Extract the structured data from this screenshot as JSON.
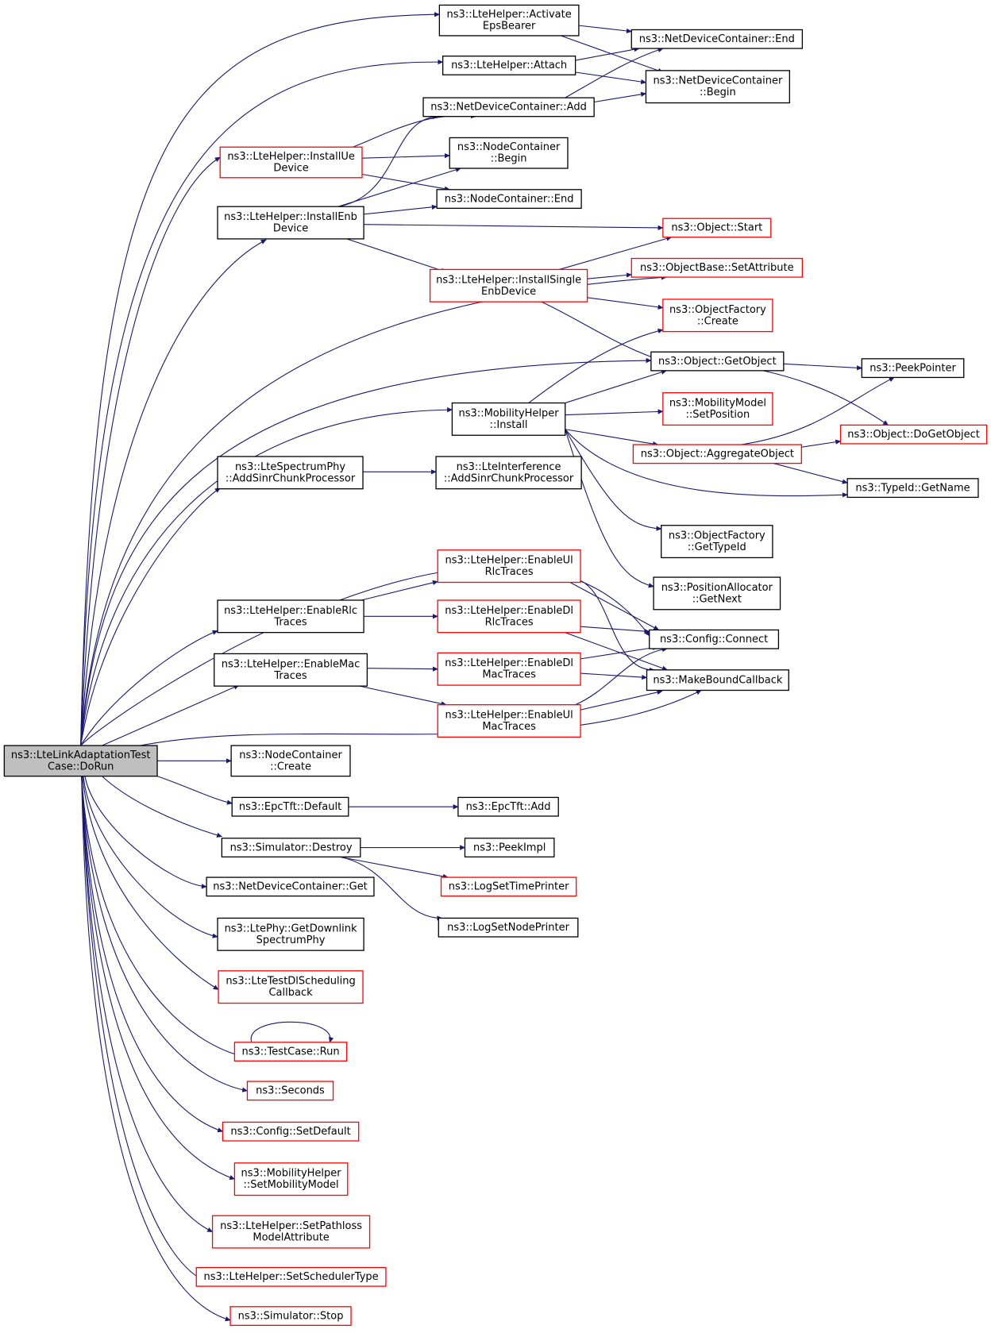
{
  "colors": {
    "edge": "#191970",
    "node_border_normal": "#000000",
    "node_border_truncated": "#ff0000",
    "root_fill": "#bfbfbf",
    "node_fill": "#ffffff"
  },
  "nodes": [
    {
      "id": "root",
      "lines": [
        "ns3::LteLinkAdaptationTest",
        "Case::DoRun"
      ],
      "style": "root"
    },
    {
      "id": "activateEps",
      "lines": [
        "ns3::LteHelper::Activate",
        "EpsBearer"
      ],
      "style": "normal"
    },
    {
      "id": "attach",
      "lines": [
        "ns3::LteHelper::Attach"
      ],
      "style": "normal"
    },
    {
      "id": "ndcAdd",
      "lines": [
        "ns3::NetDeviceContainer::Add"
      ],
      "style": "normal"
    },
    {
      "id": "installUe",
      "lines": [
        "ns3::LteHelper::InstallUe",
        "Device"
      ],
      "style": "truncated"
    },
    {
      "id": "ncBegin",
      "lines": [
        "ns3::NodeContainer",
        "::Begin"
      ],
      "style": "normal"
    },
    {
      "id": "ncEnd",
      "lines": [
        "ns3::NodeContainer::End"
      ],
      "style": "normal"
    },
    {
      "id": "installEnb",
      "lines": [
        "ns3::LteHelper::InstallEnb",
        "Device"
      ],
      "style": "normal"
    },
    {
      "id": "ndcEnd",
      "lines": [
        "ns3::NetDeviceContainer::End"
      ],
      "style": "normal"
    },
    {
      "id": "ndcBegin",
      "lines": [
        "ns3::NetDeviceContainer",
        "::Begin"
      ],
      "style": "normal"
    },
    {
      "id": "objStart",
      "lines": [
        "ns3::Object::Start"
      ],
      "style": "truncated"
    },
    {
      "id": "installSingleEnb",
      "lines": [
        "ns3::LteHelper::InstallSingle",
        "EnbDevice"
      ],
      "style": "truncated"
    },
    {
      "id": "setAttribute",
      "lines": [
        "ns3::ObjectBase::SetAttribute"
      ],
      "style": "truncated"
    },
    {
      "id": "ofCreate",
      "lines": [
        "ns3::ObjectFactory",
        "::Create"
      ],
      "style": "truncated"
    },
    {
      "id": "getObject",
      "lines": [
        "ns3::Object::GetObject"
      ],
      "style": "normal"
    },
    {
      "id": "peekPointer",
      "lines": [
        "ns3::PeekPointer"
      ],
      "style": "normal"
    },
    {
      "id": "mhInstall",
      "lines": [
        "ns3::MobilityHelper",
        "::Install"
      ],
      "style": "normal"
    },
    {
      "id": "mmSetPosition",
      "lines": [
        "ns3::MobilityModel",
        "::SetPosition"
      ],
      "style": "truncated"
    },
    {
      "id": "aggregate",
      "lines": [
        "ns3::Object::AggregateObject"
      ],
      "style": "truncated"
    },
    {
      "id": "doGetObject",
      "lines": [
        "ns3::Object::DoGetObject"
      ],
      "style": "truncated"
    },
    {
      "id": "typeIdGetName",
      "lines": [
        "ns3::TypeId::GetName"
      ],
      "style": "normal"
    },
    {
      "id": "ofGetTypeId",
      "lines": [
        "ns3::ObjectFactory",
        "::GetTypeId"
      ],
      "style": "normal"
    },
    {
      "id": "paGetNext",
      "lines": [
        "ns3::PositionAllocator",
        "::GetNext"
      ],
      "style": "normal"
    },
    {
      "id": "spectrumAdd",
      "lines": [
        "ns3::LteSpectrumPhy",
        "::AddSinrChunkProcessor"
      ],
      "style": "normal"
    },
    {
      "id": "interfAdd",
      "lines": [
        "ns3::LteInterference",
        "::AddSinrChunkProcessor"
      ],
      "style": "normal"
    },
    {
      "id": "enableUlRlc",
      "lines": [
        "ns3::LteHelper::EnableUl",
        "RlcTraces"
      ],
      "style": "truncated"
    },
    {
      "id": "enableRlc",
      "lines": [
        "ns3::LteHelper::EnableRlc",
        "Traces"
      ],
      "style": "normal"
    },
    {
      "id": "enableDlRlc",
      "lines": [
        "ns3::LteHelper::EnableDl",
        "RlcTraces"
      ],
      "style": "truncated"
    },
    {
      "id": "configConnect",
      "lines": [
        "ns3::Config::Connect"
      ],
      "style": "normal"
    },
    {
      "id": "enableMac",
      "lines": [
        "ns3::LteHelper::EnableMac",
        "Traces"
      ],
      "style": "normal"
    },
    {
      "id": "enableDlMac",
      "lines": [
        "ns3::LteHelper::EnableDl",
        "MacTraces"
      ],
      "style": "truncated"
    },
    {
      "id": "makeBound",
      "lines": [
        "ns3::MakeBoundCallback"
      ],
      "style": "normal"
    },
    {
      "id": "enableUlMac",
      "lines": [
        "ns3::LteHelper::EnableUl",
        "MacTraces"
      ],
      "style": "truncated"
    },
    {
      "id": "ncCreate",
      "lines": [
        "ns3::NodeContainer",
        "::Create"
      ],
      "style": "normal"
    },
    {
      "id": "epcDefault",
      "lines": [
        "ns3::EpcTft::Default"
      ],
      "style": "normal"
    },
    {
      "id": "epcAdd",
      "lines": [
        "ns3::EpcTft::Add"
      ],
      "style": "normal"
    },
    {
      "id": "simDestroy",
      "lines": [
        "ns3::Simulator::Destroy"
      ],
      "style": "normal"
    },
    {
      "id": "peekImpl",
      "lines": [
        "ns3::PeekImpl"
      ],
      "style": "normal"
    },
    {
      "id": "logTime",
      "lines": [
        "ns3::LogSetTimePrinter"
      ],
      "style": "truncated"
    },
    {
      "id": "logNode",
      "lines": [
        "ns3::LogSetNodePrinter"
      ],
      "style": "normal"
    },
    {
      "id": "ndcGet",
      "lines": [
        "ns3::NetDeviceContainer::Get"
      ],
      "style": "normal"
    },
    {
      "id": "getDownlink",
      "lines": [
        "ns3::LtePhy::GetDownlink",
        "SpectrumPhy"
      ],
      "style": "normal"
    },
    {
      "id": "dlSchedCb",
      "lines": [
        "ns3::LteTestDlScheduling",
        "Callback"
      ],
      "style": "truncated"
    },
    {
      "id": "testRun",
      "lines": [
        "ns3::TestCase::Run"
      ],
      "style": "truncated"
    },
    {
      "id": "seconds",
      "lines": [
        "ns3::Seconds"
      ],
      "style": "truncated"
    },
    {
      "id": "setDefault",
      "lines": [
        "ns3::Config::SetDefault"
      ],
      "style": "truncated"
    },
    {
      "id": "setMobility",
      "lines": [
        "ns3::MobilityHelper",
        "::SetMobilityModel"
      ],
      "style": "truncated"
    },
    {
      "id": "setPathloss",
      "lines": [
        "ns3::LteHelper::SetPathloss",
        "ModelAttribute"
      ],
      "style": "truncated"
    },
    {
      "id": "setScheduler",
      "lines": [
        "ns3::LteHelper::SetSchedulerType"
      ],
      "style": "truncated"
    },
    {
      "id": "simStop",
      "lines": [
        "ns3::Simulator::Stop"
      ],
      "style": "truncated"
    }
  ],
  "edges": [
    [
      "root",
      "activateEps"
    ],
    [
      "root",
      "attach"
    ],
    [
      "root",
      "installUe"
    ],
    [
      "root",
      "installEnb"
    ],
    [
      "root",
      "setAttribute"
    ],
    [
      "root",
      "getObject"
    ],
    [
      "root",
      "mhInstall"
    ],
    [
      "root",
      "spectrumAdd"
    ],
    [
      "root",
      "configConnect"
    ],
    [
      "root",
      "enableRlc"
    ],
    [
      "root",
      "enableMac"
    ],
    [
      "root",
      "makeBound"
    ],
    [
      "root",
      "ncCreate"
    ],
    [
      "root",
      "epcDefault"
    ],
    [
      "root",
      "simDestroy"
    ],
    [
      "root",
      "ndcGet"
    ],
    [
      "root",
      "getDownlink"
    ],
    [
      "root",
      "dlSchedCb"
    ],
    [
      "root",
      "testRun"
    ],
    [
      "root",
      "seconds"
    ],
    [
      "root",
      "setDefault"
    ],
    [
      "root",
      "setMobility"
    ],
    [
      "root",
      "setPathloss"
    ],
    [
      "root",
      "setScheduler"
    ],
    [
      "root",
      "simStop"
    ],
    [
      "activateEps",
      "ndcEnd"
    ],
    [
      "activateEps",
      "ndcBegin"
    ],
    [
      "attach",
      "ndcEnd"
    ],
    [
      "attach",
      "ndcBegin"
    ],
    [
      "ndcAdd",
      "ndcEnd"
    ],
    [
      "ndcAdd",
      "ndcBegin"
    ],
    [
      "installUe",
      "ndcAdd"
    ],
    [
      "installUe",
      "ncBegin"
    ],
    [
      "installUe",
      "ncEnd"
    ],
    [
      "installEnb",
      "ndcAdd"
    ],
    [
      "installEnb",
      "ncBegin"
    ],
    [
      "installEnb",
      "ncEnd"
    ],
    [
      "installEnb",
      "objStart"
    ],
    [
      "installEnb",
      "installSingleEnb"
    ],
    [
      "installSingleEnb",
      "objStart"
    ],
    [
      "installSingleEnb",
      "setAttribute"
    ],
    [
      "installSingleEnb",
      "ofCreate"
    ],
    [
      "installSingleEnb",
      "getObject"
    ],
    [
      "getObject",
      "peekPointer"
    ],
    [
      "getObject",
      "doGetObject"
    ],
    [
      "mhInstall",
      "ofCreate"
    ],
    [
      "mhInstall",
      "getObject"
    ],
    [
      "mhInstall",
      "mmSetPosition"
    ],
    [
      "mhInstall",
      "aggregate"
    ],
    [
      "mhInstall",
      "typeIdGetName"
    ],
    [
      "mhInstall",
      "ofGetTypeId"
    ],
    [
      "mhInstall",
      "paGetNext"
    ],
    [
      "aggregate",
      "peekPointer"
    ],
    [
      "aggregate",
      "doGetObject"
    ],
    [
      "aggregate",
      "typeIdGetName"
    ],
    [
      "spectrumAdd",
      "interfAdd"
    ],
    [
      "enableRlc",
      "enableUlRlc"
    ],
    [
      "enableRlc",
      "enableDlRlc"
    ],
    [
      "enableUlRlc",
      "configConnect"
    ],
    [
      "enableUlRlc",
      "makeBound"
    ],
    [
      "enableDlRlc",
      "configConnect"
    ],
    [
      "enableDlRlc",
      "makeBound"
    ],
    [
      "enableMac",
      "enableDlMac"
    ],
    [
      "enableMac",
      "enableUlMac"
    ],
    [
      "enableDlMac",
      "configConnect"
    ],
    [
      "enableDlMac",
      "makeBound"
    ],
    [
      "enableUlMac",
      "configConnect"
    ],
    [
      "enableUlMac",
      "makeBound"
    ],
    [
      "epcDefault",
      "epcAdd"
    ],
    [
      "simDestroy",
      "peekImpl"
    ],
    [
      "simDestroy",
      "logTime"
    ],
    [
      "simDestroy",
      "logNode"
    ],
    [
      "testRun",
      "testRun"
    ]
  ]
}
